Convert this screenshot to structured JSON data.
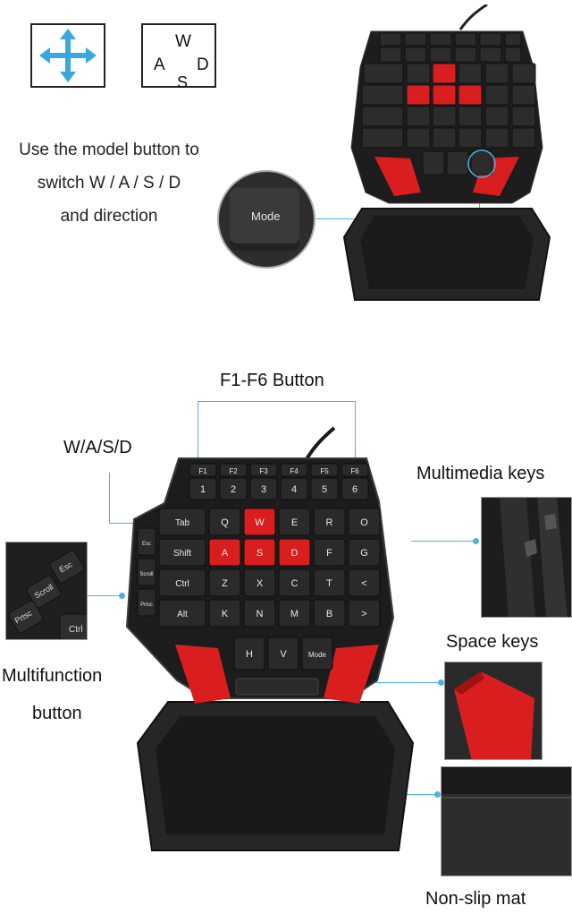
{
  "top": {
    "wasd_keys": [
      "W",
      "A",
      "S",
      "D"
    ],
    "caption_lines": [
      "Use the model button to",
      "switch W / A / S / D",
      "and direction"
    ],
    "mode_key_label": "Mode"
  },
  "bottom": {
    "labels": {
      "f_buttons": "F1-F6 Button",
      "wasd": "W/A/S/D",
      "multimedia": "Multimedia keys",
      "multifunction_line1": "Multifunction",
      "multifunction_line2": "button",
      "space": "Space keys",
      "non_slip": "Non-slip mat"
    }
  },
  "keyboard": {
    "f_row": [
      "F1",
      "F2",
      "F3",
      "F4",
      "F5",
      "F6"
    ],
    "num_row": [
      "1",
      "2",
      "3",
      "4",
      "5",
      "6"
    ],
    "row_q": [
      "Tab",
      "Q",
      "W",
      "E",
      "R",
      "O"
    ],
    "row_a": [
      "Shift",
      "A",
      "S",
      "D",
      "F",
      "G"
    ],
    "row_z": [
      "Ctrl",
      "Z",
      "X",
      "C",
      "T",
      "<"
    ],
    "row_k": [
      "Alt",
      "K",
      "N",
      "M",
      "B",
      ">"
    ],
    "row_h": [
      "H",
      "V",
      "Mode"
    ],
    "side_keys": [
      "Esc",
      "Scroll",
      "Prtsc"
    ],
    "inset_keys": [
      "Esc",
      "Scroll",
      "Prtsc",
      "Ctrl"
    ],
    "accent_color": "#d81e1e",
    "key_color": "#2a2a2a",
    "body_color": "#1a1a1a"
  }
}
